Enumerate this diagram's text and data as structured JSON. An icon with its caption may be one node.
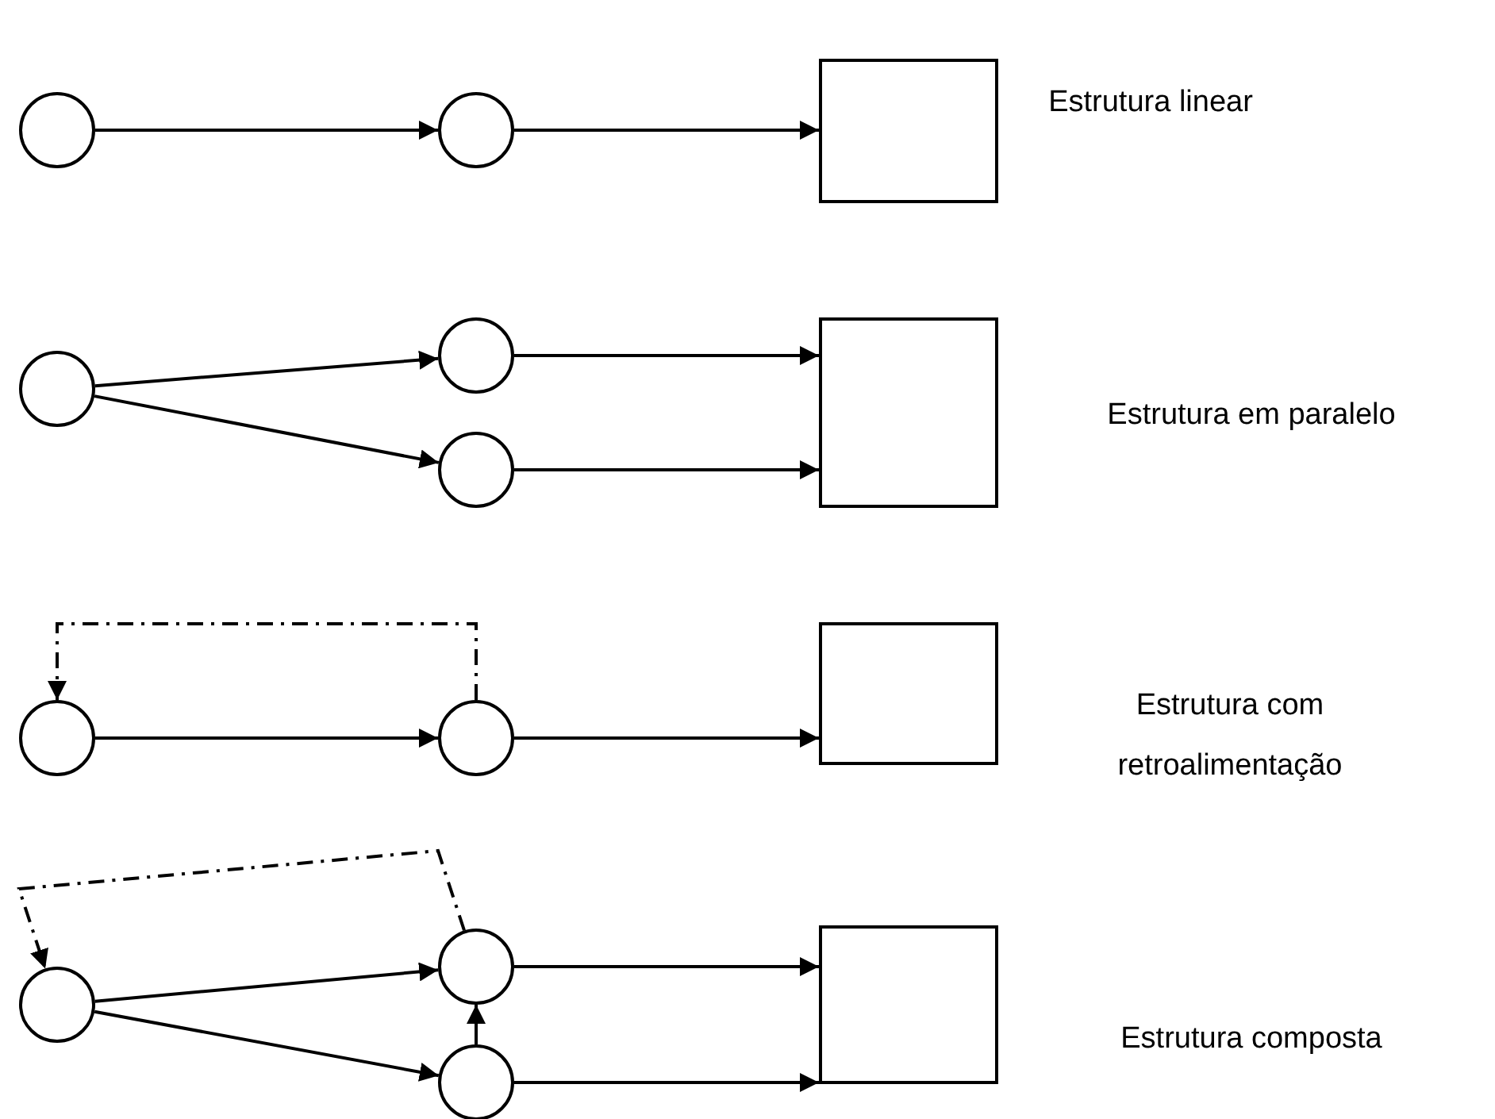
{
  "diagram": {
    "nodes": [
      {
        "text": [],
        "shape": "circle"
      },
      {
        "text": [],
        "shape": "circle"
      },
      {
        "text": [],
        "shape": "box"
      },
      {
        "text": [],
        "shape": "circle"
      },
      {
        "text": [],
        "shape": "circle"
      },
      {
        "text": [],
        "shape": "circle"
      },
      {
        "text": [],
        "shape": "box"
      },
      {
        "text": [],
        "shape": "circle"
      },
      {
        "text": [],
        "shape": "circle"
      },
      {
        "text": [],
        "shape": "box"
      },
      {
        "text": [],
        "shape": "circle"
      },
      {
        "text": [],
        "shape": "circle"
      },
      {
        "text": [],
        "shape": "circle"
      },
      {
        "text": [],
        "shape": "box"
      }
    ],
    "labels": [
      "Estrutura linear",
      "Estrutura em paralelo",
      "Estrutura com retroalimentação",
      "Estrutura composta"
    ],
    "edges": [
      {
        "from": 0,
        "to": 1,
        "arrow": "to"
      },
      {
        "from": 1,
        "to": 2,
        "arrow": "to"
      },
      {
        "from": 3,
        "to": 4,
        "arrow": "to"
      },
      {
        "from": 3,
        "to": 5,
        "arrow": "to"
      },
      {
        "from": 4,
        "to": 6,
        "arrow": "to"
      },
      {
        "from": 5,
        "to": 6,
        "arrow": "to"
      },
      {
        "from": 7,
        "to": 8,
        "arrow": "to"
      },
      {
        "from": 8,
        "to": 9,
        "arrow": "to"
      },
      {
        "from": 8,
        "to": 7,
        "arrow": "to",
        "style": "dashed"
      },
      {
        "from": 10,
        "to": 11,
        "arrow": "to"
      },
      {
        "from": 10,
        "to": 12,
        "arrow": "to"
      },
      {
        "from": 11,
        "to": 13,
        "arrow": "to"
      },
      {
        "from": 12,
        "to": 13,
        "arrow": "to"
      },
      {
        "from": 12,
        "to": 11,
        "arrow": "to"
      },
      {
        "from": 11,
        "to": 10,
        "arrow": "to",
        "style": "dashed"
      }
    ]
  }
}
